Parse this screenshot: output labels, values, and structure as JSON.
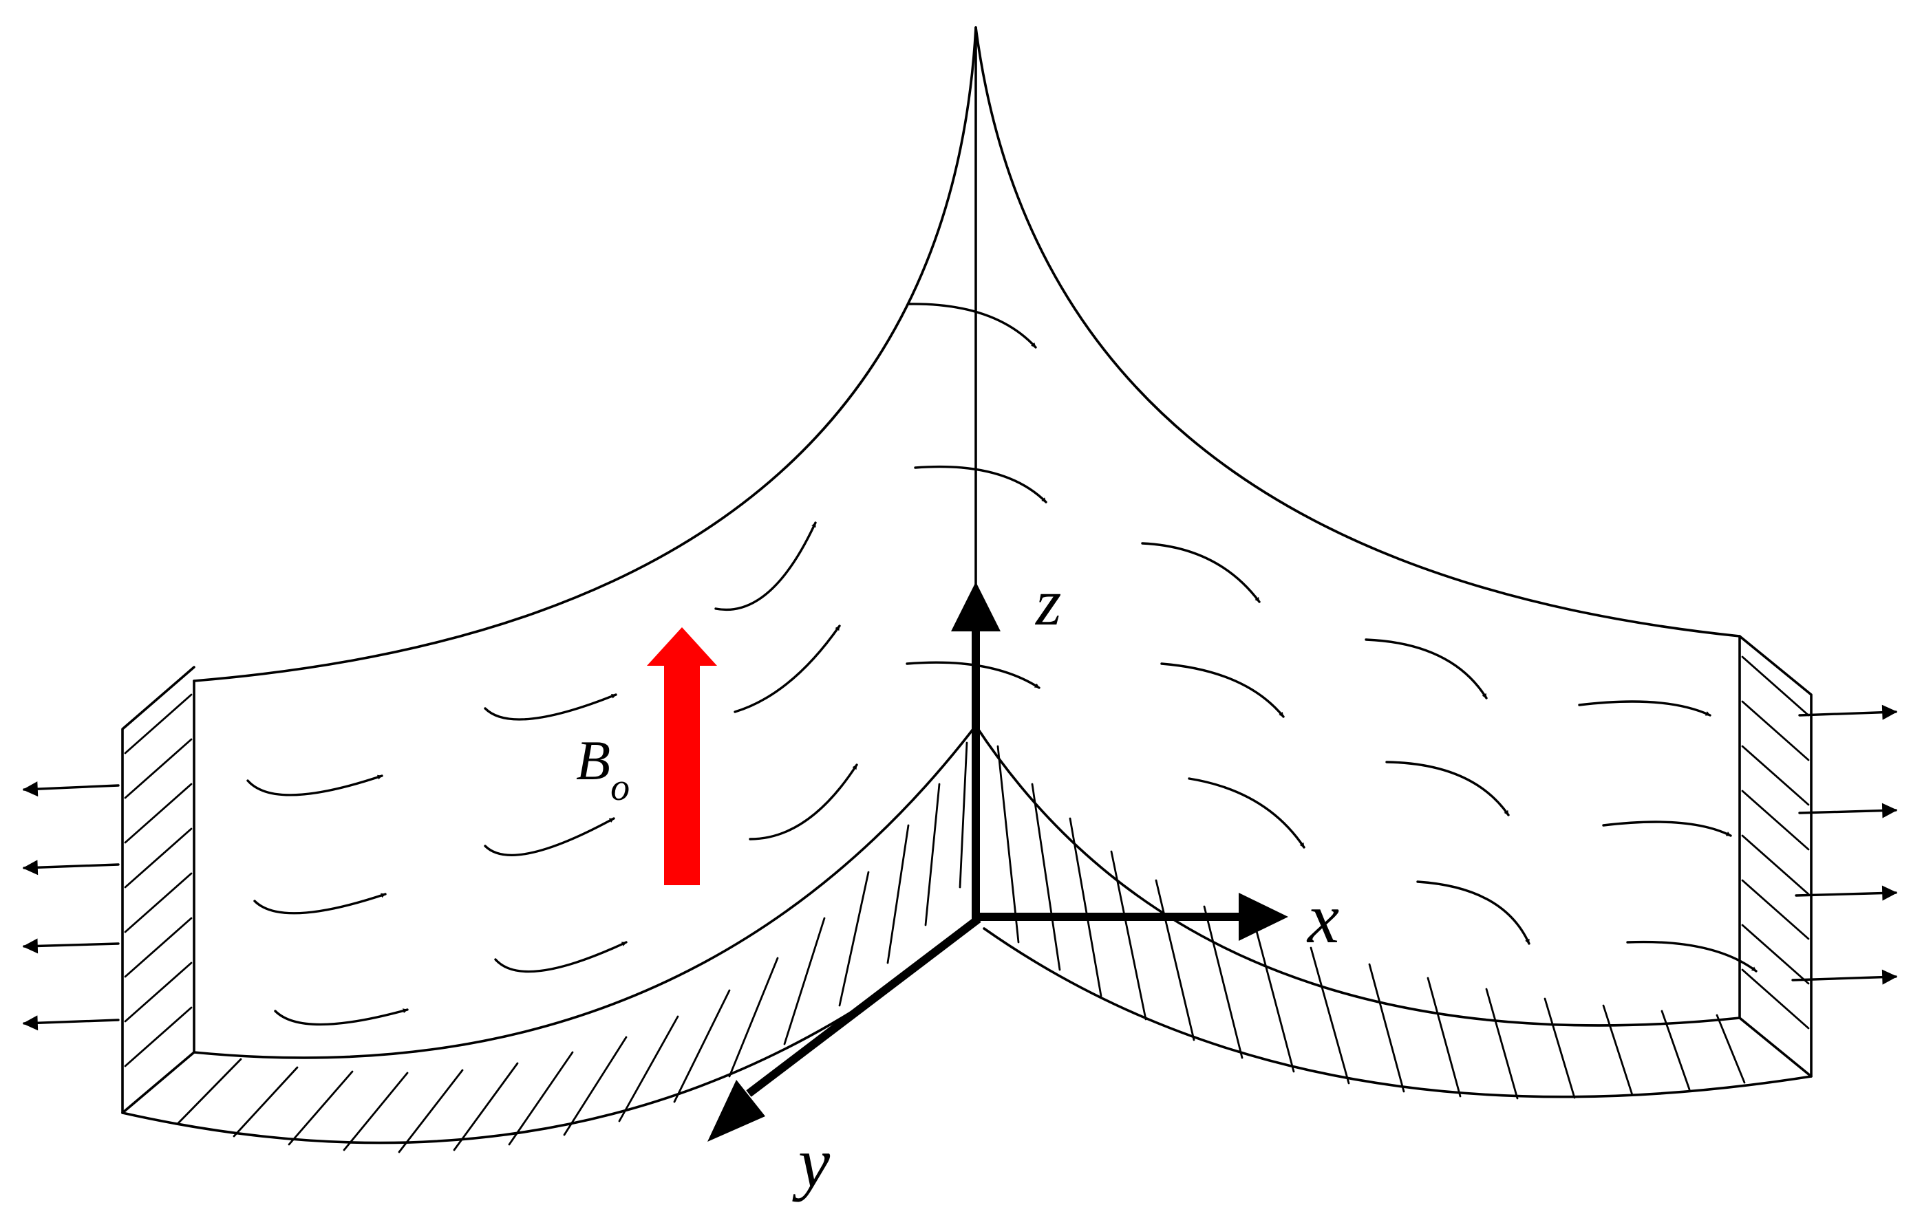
{
  "labels": {
    "magnetic_field": "B",
    "magnetic_field_sub": "o",
    "axis_x": "x",
    "axis_y": "y",
    "axis_z": "z"
  },
  "colors": {
    "field_arrow": "#ff0000",
    "lines": "#000000",
    "background": "#ffffff"
  },
  "icons": {
    "flow_arrows": "curved-arrow-icon",
    "outflow_arrows": "straight-arrow-icon",
    "field_arrow": "thick-up-arrow-icon"
  }
}
